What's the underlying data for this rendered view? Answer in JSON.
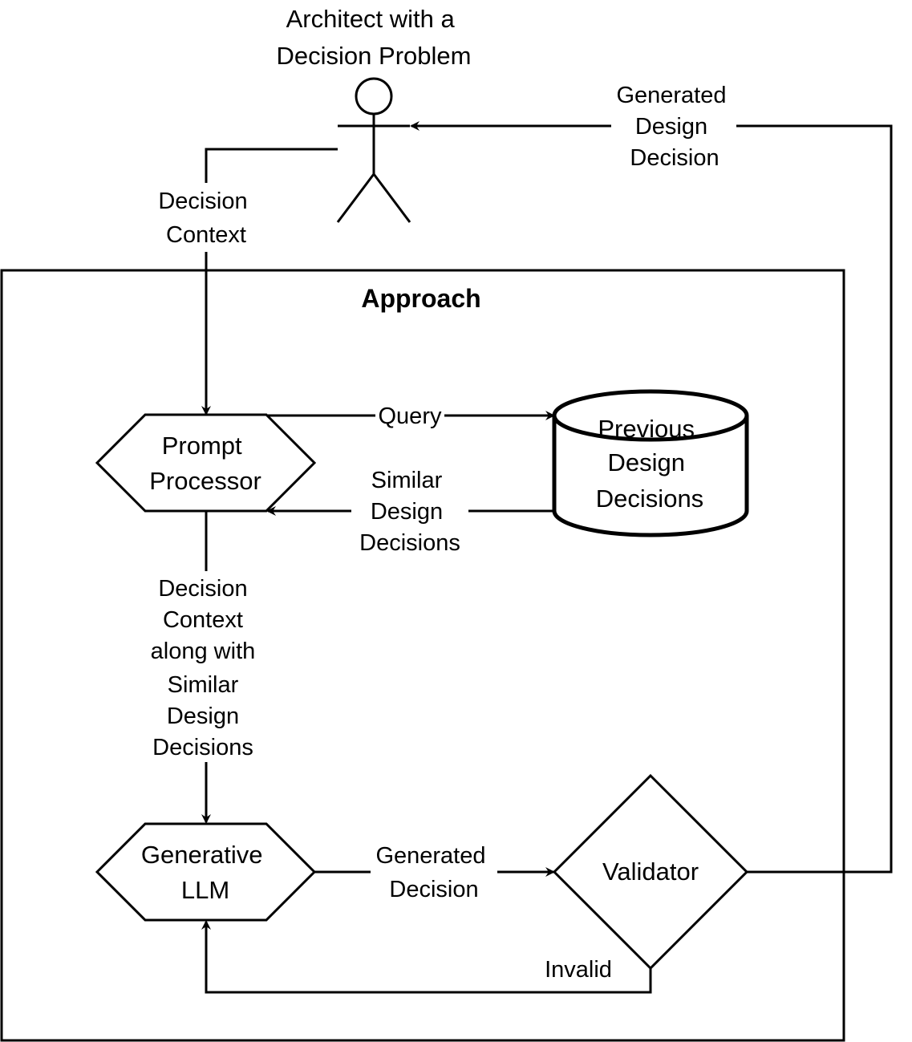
{
  "actor": {
    "label_lines": [
      "Architect with a",
      "Decision Problem"
    ]
  },
  "container": {
    "title": "Approach"
  },
  "nodes": {
    "prompt_processor": {
      "lines": [
        "Prompt",
        "Processor"
      ]
    },
    "database": {
      "lines": [
        "Previous",
        "Design",
        "Decisions"
      ]
    },
    "generative_llm": {
      "lines": [
        "Generative",
        "LLM"
      ]
    },
    "validator": {
      "lines": [
        "Validator"
      ]
    }
  },
  "edges": {
    "decision_context": {
      "lines": [
        "Decision",
        "Context"
      ]
    },
    "query": {
      "lines": [
        "Query"
      ]
    },
    "similar_decisions": {
      "lines": [
        "Similar",
        "Design",
        "Decisions"
      ]
    },
    "context_with_similar": {
      "lines": [
        "Decision",
        "Context",
        "along with",
        "Similar",
        "Design",
        "Decisions"
      ]
    },
    "generated_decision": {
      "lines": [
        "Generated",
        "Decision"
      ]
    },
    "invalid": {
      "lines": [
        "Invalid"
      ]
    },
    "generated_design_decision": {
      "lines": [
        "Generated",
        "Design",
        "Decision"
      ]
    }
  },
  "colors": {
    "stroke": "#000000",
    "background": "#ffffff"
  }
}
